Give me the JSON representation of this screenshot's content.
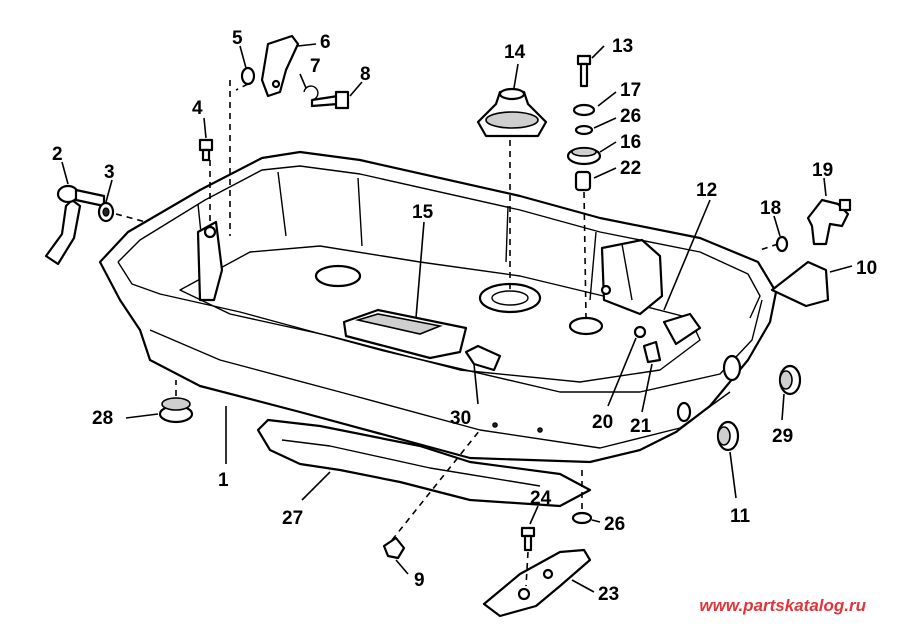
{
  "diagram": {
    "callouts": [
      {
        "id": "c1",
        "label": "1"
      },
      {
        "id": "c2",
        "label": "2"
      },
      {
        "id": "c3",
        "label": "3"
      },
      {
        "id": "c4",
        "label": "4"
      },
      {
        "id": "c5",
        "label": "5"
      },
      {
        "id": "c6",
        "label": "6"
      },
      {
        "id": "c7",
        "label": "7"
      },
      {
        "id": "c8",
        "label": "8"
      },
      {
        "id": "c9",
        "label": "9"
      },
      {
        "id": "c10",
        "label": "10"
      },
      {
        "id": "c11",
        "label": "11"
      },
      {
        "id": "c12",
        "label": "12"
      },
      {
        "id": "c13",
        "label": "13"
      },
      {
        "id": "c14",
        "label": "14"
      },
      {
        "id": "c15",
        "label": "15"
      },
      {
        "id": "c16",
        "label": "16"
      },
      {
        "id": "c17",
        "label": "17"
      },
      {
        "id": "c18",
        "label": "18"
      },
      {
        "id": "c19",
        "label": "19"
      },
      {
        "id": "c20",
        "label": "20"
      },
      {
        "id": "c21",
        "label": "21"
      },
      {
        "id": "c22",
        "label": "22"
      },
      {
        "id": "c23",
        "label": "23"
      },
      {
        "id": "c24",
        "label": "24"
      },
      {
        "id": "c26a",
        "label": "26"
      },
      {
        "id": "c26b",
        "label": "26"
      },
      {
        "id": "c27",
        "label": "27"
      },
      {
        "id": "c28",
        "label": "28"
      },
      {
        "id": "c29",
        "label": "29"
      },
      {
        "id": "c30",
        "label": "30"
      }
    ]
  },
  "watermark": "www.partskatalog.ru",
  "colors": {
    "ink": "#000000",
    "paper": "#ffffff",
    "watermark": "#e0353a"
  }
}
